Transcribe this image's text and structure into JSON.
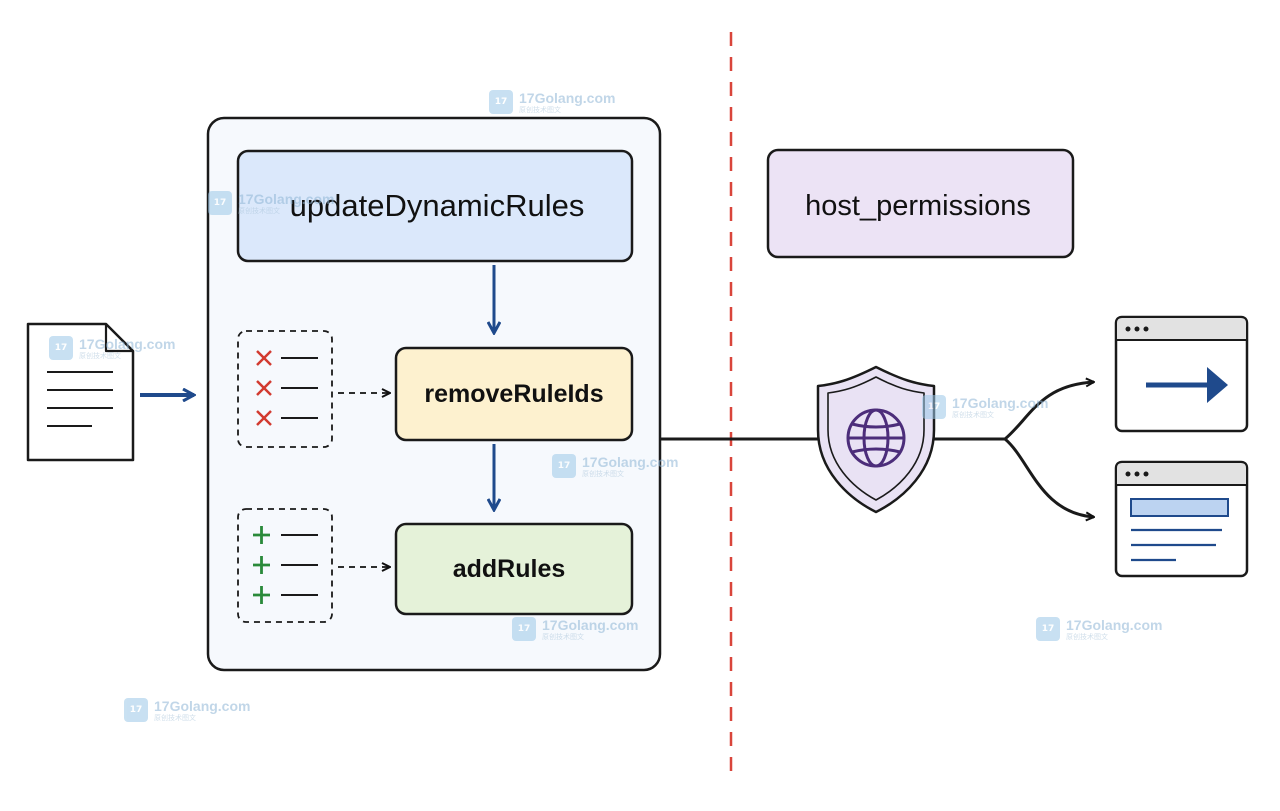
{
  "labels": {
    "update": "updateDynamicRules",
    "remove": "removeRuleIds",
    "add": "addRules",
    "host": "host_permissions"
  },
  "watermark": {
    "text": "17Golang.com",
    "subtext": "原创技术图文"
  },
  "colors": {
    "update_fill": "#dbe8fb",
    "remove_fill": "#fdf1cf",
    "add_fill": "#e5f2d9",
    "host_fill": "#ece3f5",
    "arrow_blue": "#1f4a8c",
    "divider_red": "#d9453b",
    "shield_purple": "#4c2d7a",
    "remove_mark": "#d23a2f",
    "add_mark": "#2a8a3a"
  }
}
